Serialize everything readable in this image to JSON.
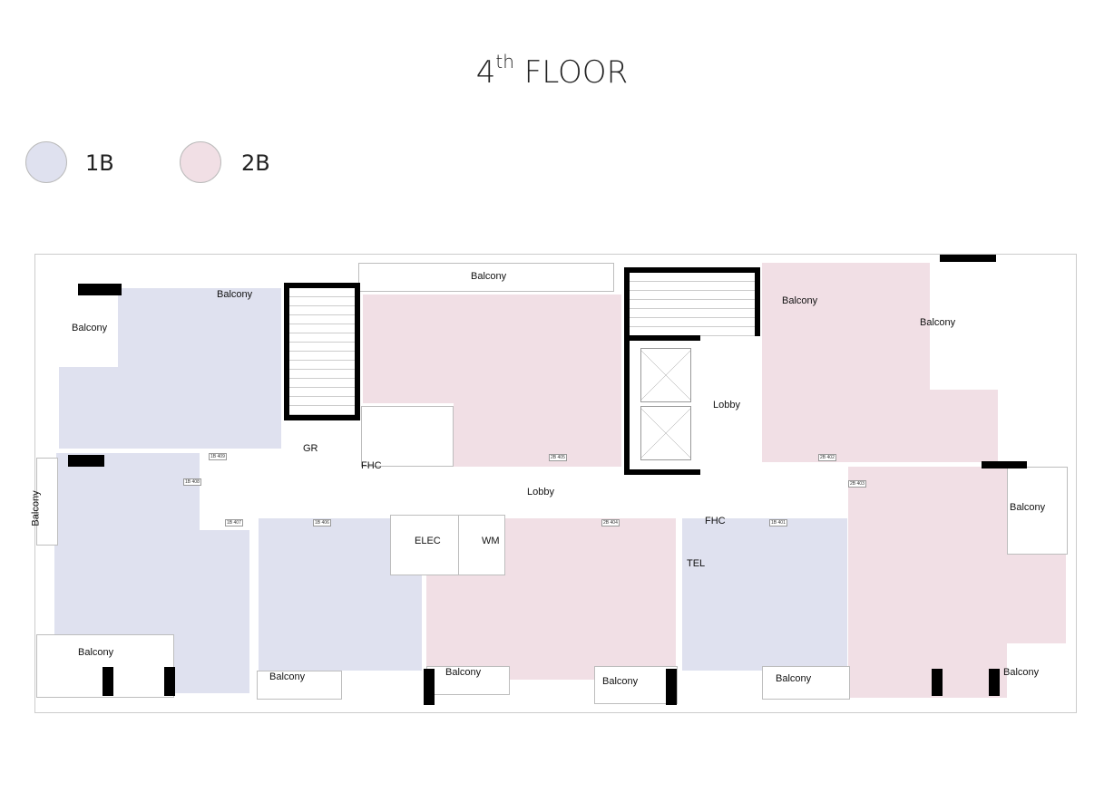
{
  "title": {
    "main": "4",
    "sup": "th",
    "rest": " FLOOR"
  },
  "legend": [
    {
      "label": "1B",
      "color": "#dfe1ef"
    },
    {
      "label": "2B",
      "color": "#f1dfe5"
    }
  ],
  "rooms": {
    "balcony": "Balcony",
    "lobby": "Lobby",
    "gr": "GR",
    "fhc": "FHC",
    "elec": "ELEC",
    "wm": "WM",
    "tel": "TEL"
  },
  "units": [
    {
      "type": "1B",
      "num": "409"
    },
    {
      "type": "1B",
      "num": "408"
    },
    {
      "type": "1B",
      "num": "407"
    },
    {
      "type": "1B",
      "num": "406"
    },
    {
      "type": "2B",
      "num": "405"
    },
    {
      "type": "2B",
      "num": "404"
    },
    {
      "type": "2B",
      "num": "402"
    },
    {
      "type": "2B",
      "num": "403"
    },
    {
      "type": "1B",
      "num": "401"
    }
  ]
}
